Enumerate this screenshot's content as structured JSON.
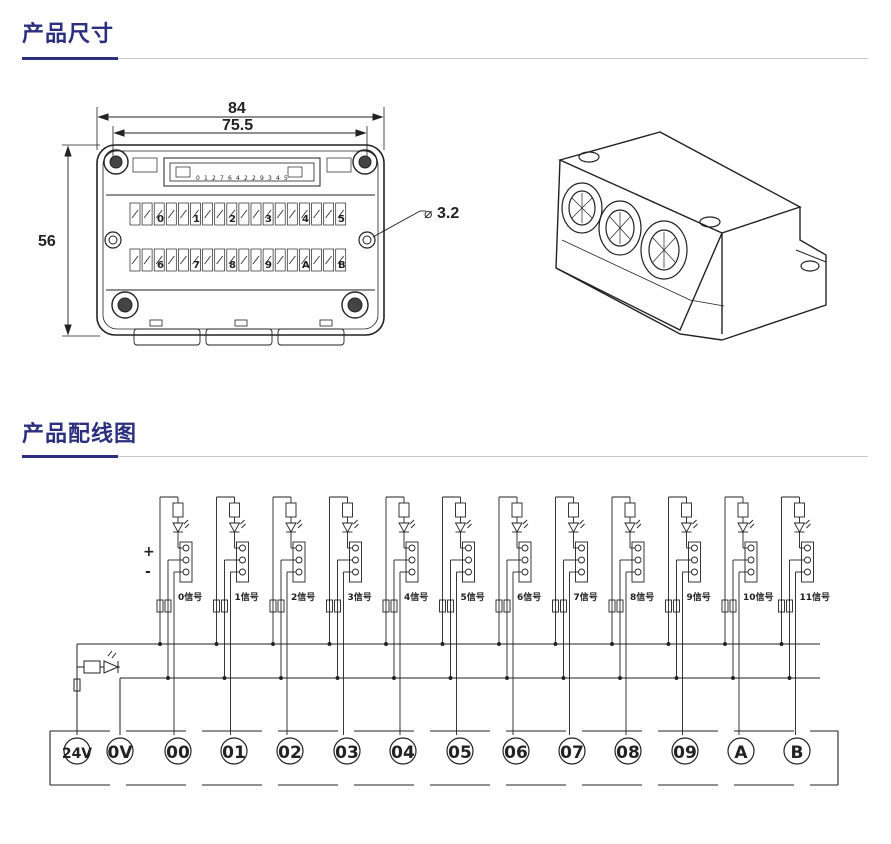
{
  "sections": {
    "dimensions_title": "产品尺寸",
    "wiring_title": "产品配线图"
  },
  "dimensions": {
    "overall_width": "84",
    "hole_spacing": "75.5",
    "height": "56",
    "hole_diameter": "3.2",
    "diameter_symbol": "⌀"
  },
  "front_view": {
    "top_digits": [
      "0",
      "1",
      "2",
      "7",
      "6",
      "4",
      "2",
      "2",
      "9",
      "3",
      "4",
      "5"
    ],
    "upper_row_labels": [
      "0",
      "1",
      "2",
      "3",
      "4",
      "5"
    ],
    "lower_row_labels": [
      "6",
      "7",
      "8",
      "9",
      "A",
      "B"
    ]
  },
  "wiring": {
    "plus_label": "+",
    "minus_label": "-",
    "sensor_labels": [
      "0信号",
      "1信号",
      "2信号",
      "3信号",
      "4信号",
      "5信号",
      "6信号",
      "7信号",
      "8信号",
      "9信号",
      "10信号",
      "11信号"
    ],
    "terminals": [
      "24V",
      "0V",
      "00",
      "01",
      "02",
      "03",
      "04",
      "05",
      "06",
      "07",
      "08",
      "09",
      "A",
      "B"
    ]
  },
  "colors": {
    "title": "#2b2f7e",
    "line": "#222222",
    "rule": "#c8c8c8"
  }
}
